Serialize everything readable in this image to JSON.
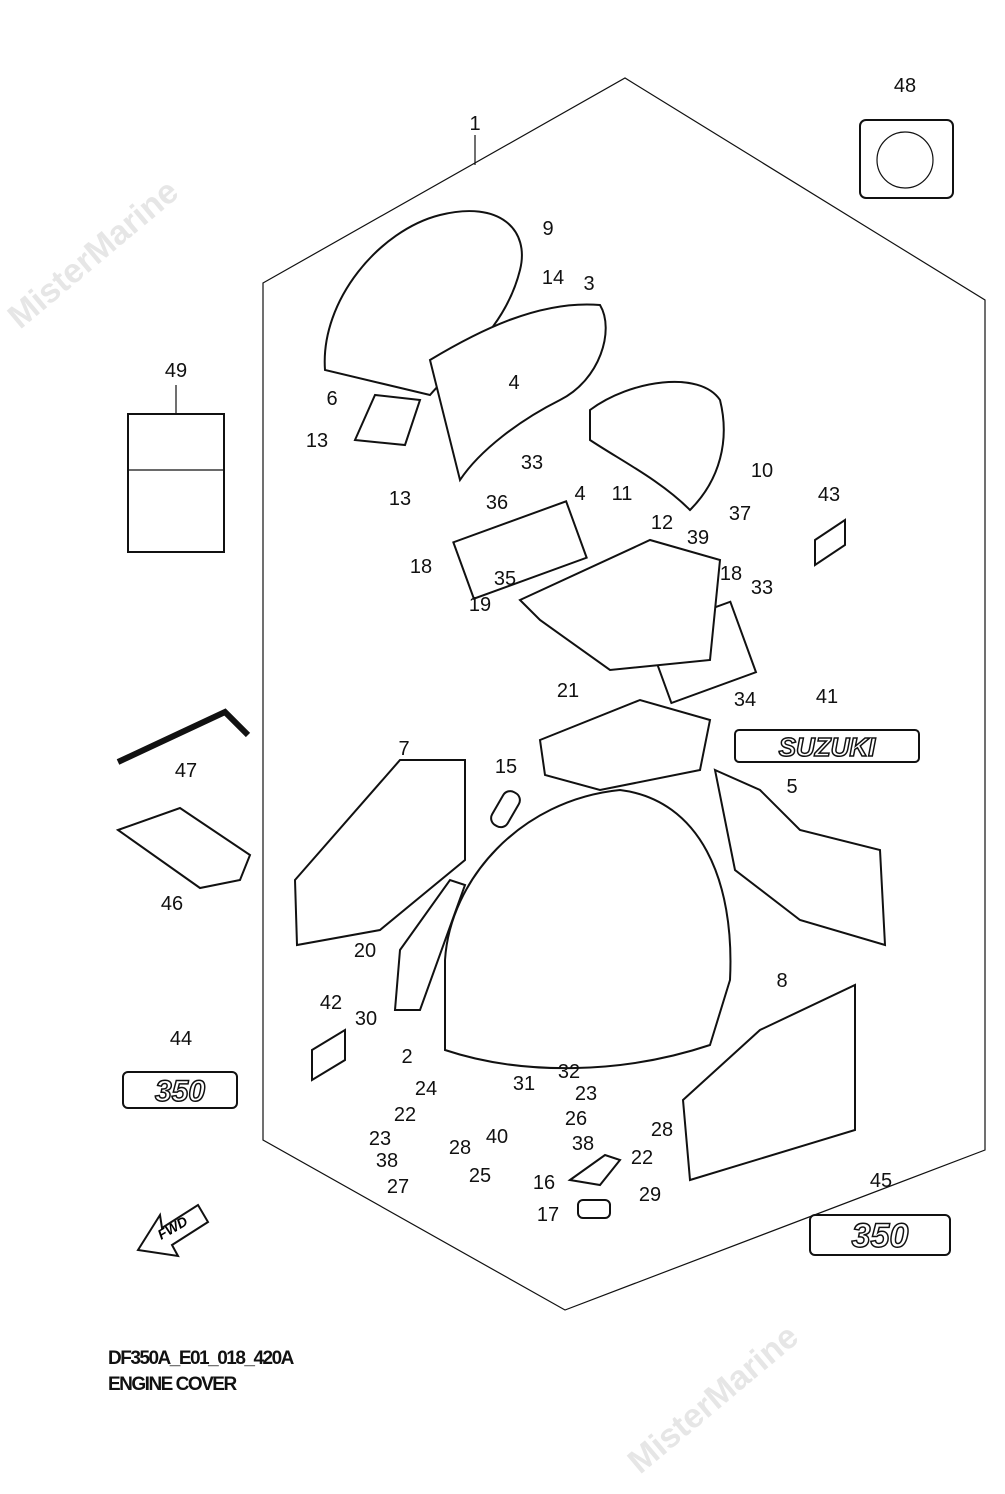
{
  "watermark": "MisterMarine",
  "diagram": {
    "code": "DF350A_E01_018_420A",
    "title": "ENGINE COVER",
    "decal_suzuki": "SUZUKI",
    "decal_350": "350",
    "fwd_arrow": "FWD"
  },
  "callouts": [
    "1",
    "48",
    "9",
    "14",
    "3",
    "49",
    "4",
    "6",
    "13",
    "13",
    "33",
    "4",
    "11",
    "10",
    "12",
    "36",
    "37",
    "43",
    "39",
    "18",
    "35",
    "18",
    "33",
    "19",
    "21",
    "34",
    "41",
    "7",
    "47",
    "15",
    "5",
    "46",
    "20",
    "8",
    "42",
    "30",
    "44",
    "2",
    "32",
    "31",
    "24",
    "23",
    "22",
    "26",
    "23",
    "28",
    "40",
    "28",
    "38",
    "22",
    "25",
    "38",
    "27",
    "16",
    "29",
    "45",
    "17"
  ]
}
